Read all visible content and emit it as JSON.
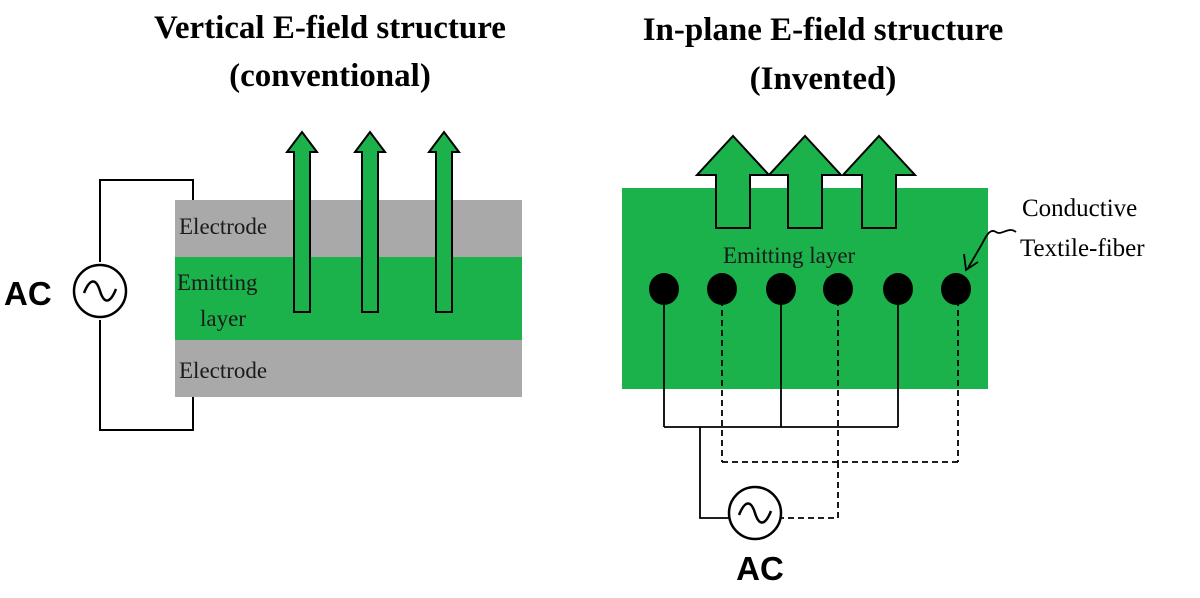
{
  "left_panel": {
    "title_line1": "Vertical E-field structure",
    "title_line2": "(conventional)",
    "electrode_top_label": "Electrode",
    "emitting_label_line1": "Emitting",
    "emitting_label_line2": "layer",
    "electrode_bottom_label": "Electrode",
    "source_label": "AC"
  },
  "right_panel": {
    "title_line1": "In-plane E-field structure",
    "title_line2": "(Invented)",
    "emitting_label": "Emitting layer",
    "fiber_label_line1": "Conductive",
    "fiber_label_line2": "Textile-fiber",
    "source_label": "AC"
  },
  "colors": {
    "emitting_green": "#1bb14b",
    "electrode_gray": "#a9a9a9",
    "line_black": "#000000"
  }
}
